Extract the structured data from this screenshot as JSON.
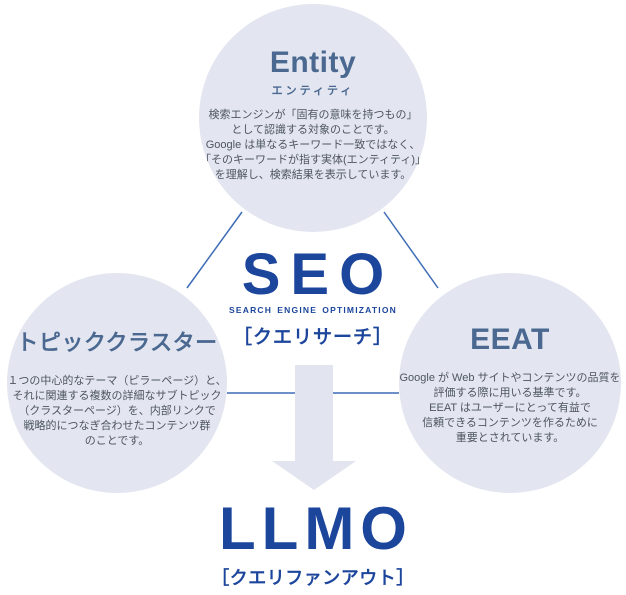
{
  "colors": {
    "navy": "#1c459c",
    "heading_blue": "#4a6890",
    "circle_fill": "#e3e6f0",
    "connector_line": "#3e6cb5",
    "arrow_fill": "#e2e5ef",
    "body_text": "#4e5560"
  },
  "top_circle": {
    "title": "Entity",
    "subtitle": "エンティティ",
    "description": "検索エンジンが「固有の意味を持つもの」\nとして認識する対象のことです。\nGoogle は単なるキーワード一致ではなく、\n「そのキーワードが指す実体(エンティティ)」\nを理解し、検索結果を表示しています。"
  },
  "left_circle": {
    "title": "トピッククラスター",
    "description": "１つの中心的なテーマ（ピラーページ）と、\nそれに関連する複数の詳細なサブトピック\n（クラスターページ）を、内部リンクで\n戦略的につなぎ合わせたコンテンツ群\nのことです。"
  },
  "right_circle": {
    "title": "EEAT",
    "description": "Google が Web サイトやコンテンツの品質を\n評価する際に用いる基準です。\nEEAT はユーザーにとって有益で\n信頼できるコンテンツを作るために\n重要とされています。"
  },
  "center": {
    "title": "SEO",
    "words": [
      "SEARCH",
      "ENGINE",
      "OPTIMIZATION"
    ],
    "subtitle": "［クエリサーチ］"
  },
  "bottom": {
    "title": "LLMO",
    "subtitle": "［クエリファンアウト］"
  }
}
